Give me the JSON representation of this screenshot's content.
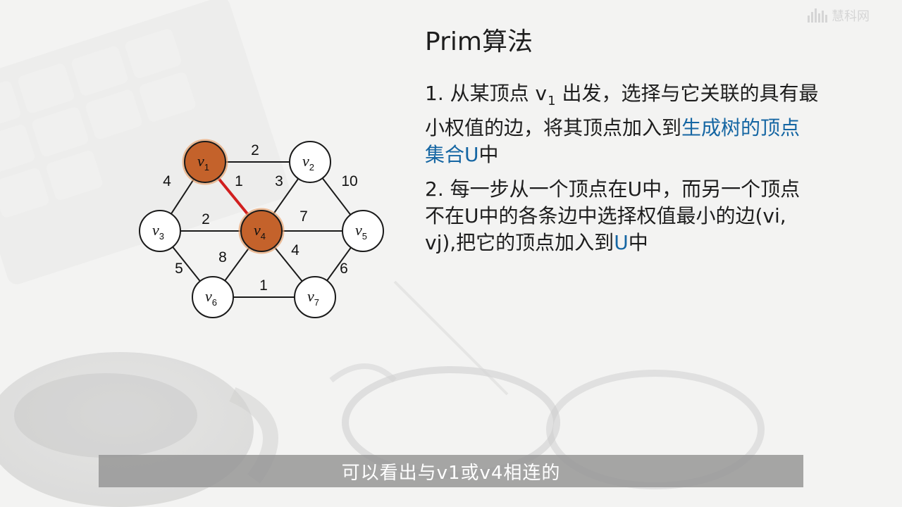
{
  "brand": {
    "logo_text": "慧科网"
  },
  "slide": {
    "title": "Prim算法",
    "step1": {
      "prefix": "1. 从某顶点 v",
      "sub": "1",
      "middle": " 出发，选择与它关联的具有最小权值的边，将其顶点加入到",
      "highlight": "生成树的顶点集合U",
      "suffix": "中"
    },
    "step2": {
      "prefix": "2.  每一步从一个顶点在U中，而另一个顶点不在U中的各条边中选择权值最小的边(vi, vj),把它的顶点加入到",
      "highlight": "U",
      "suffix": "中"
    }
  },
  "graph": {
    "vertices": [
      {
        "id": "v1",
        "label": "v",
        "sub": "1",
        "selected": true
      },
      {
        "id": "v2",
        "label": "v",
        "sub": "2",
        "selected": false
      },
      {
        "id": "v3",
        "label": "v",
        "sub": "3",
        "selected": false
      },
      {
        "id": "v4",
        "label": "v",
        "sub": "4",
        "selected": true
      },
      {
        "id": "v5",
        "label": "v",
        "sub": "5",
        "selected": false
      },
      {
        "id": "v6",
        "label": "v",
        "sub": "6",
        "selected": false
      },
      {
        "id": "v7",
        "label": "v",
        "sub": "7",
        "selected": false
      }
    ],
    "edges": [
      {
        "from": "v1",
        "to": "v2",
        "weight": "2",
        "selected": false
      },
      {
        "from": "v1",
        "to": "v3",
        "weight": "4",
        "selected": false
      },
      {
        "from": "v1",
        "to": "v4",
        "weight": "1",
        "selected": true
      },
      {
        "from": "v2",
        "to": "v4",
        "weight": "3",
        "selected": false
      },
      {
        "from": "v2",
        "to": "v5",
        "weight": "10",
        "selected": false
      },
      {
        "from": "v3",
        "to": "v4",
        "weight": "2",
        "selected": false
      },
      {
        "from": "v4",
        "to": "v5",
        "weight": "7",
        "selected": false
      },
      {
        "from": "v3",
        "to": "v6",
        "weight": "5",
        "selected": false
      },
      {
        "from": "v4",
        "to": "v6",
        "weight": "8",
        "selected": false
      },
      {
        "from": "v4",
        "to": "v7",
        "weight": "4",
        "selected": false
      },
      {
        "from": "v5",
        "to": "v7",
        "weight": "6",
        "selected": false
      },
      {
        "from": "v6",
        "to": "v7",
        "weight": "1",
        "selected": false
      }
    ],
    "colors": {
      "selected_fill": "#c4622b",
      "selected_edge": "#d11f1f",
      "node_stroke": "#1a1a1a"
    }
  },
  "subtitle": {
    "text": "可以看出与v1或v4相连的"
  }
}
